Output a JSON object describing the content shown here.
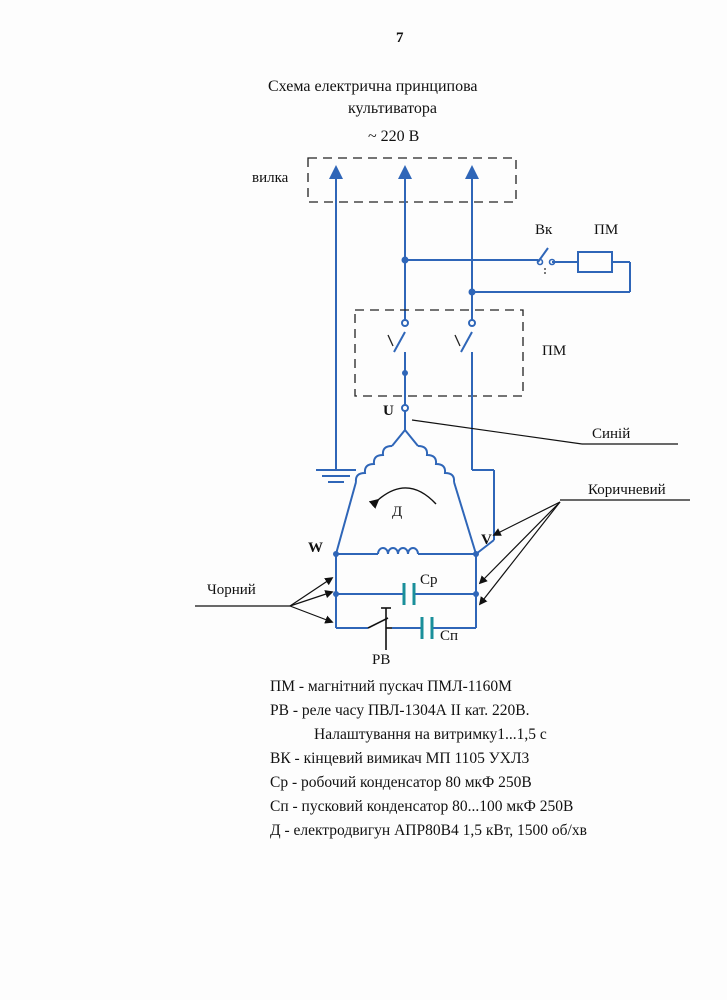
{
  "page_number": "7",
  "title_line1": "Схема електрична принципова",
  "title_line2": "культиватора",
  "voltage": "~ 220 В",
  "labels": {
    "plug": "вилка",
    "limit_switch": "Вк",
    "starter_coil": "ПМ",
    "starter": "ПМ",
    "terminal_u": "U",
    "terminal_w": "W",
    "terminal_v": "V",
    "motor": "Д",
    "blue_wire": "Синій",
    "brown_wire": "Коричневий",
    "black_wire": "Чорний",
    "run_capacitor": "Ср",
    "start_capacitor": "Сп",
    "time_relay": "РВ"
  },
  "legend": [
    "ПМ - магнітний пускач ПМЛ-1160М",
    "РВ - реле часу ПВЛ-1304А II кат. 220В.",
    "Налаштування на витримку1...1,5 с",
    "ВК - кінцевий вимикач МП 1105 УХЛ3",
    "Ср - робочий конденсатор 80 мкФ 250В",
    "Сп - пусковий конденсатор 80...100 мкФ 250В",
    "Д - електродвигун АПР80В4 1,5 кВт, 1500 об/хв"
  ],
  "colors": {
    "wire": "#2f66b8",
    "capacitor": "#1a8f9a",
    "ink": "#111111"
  }
}
